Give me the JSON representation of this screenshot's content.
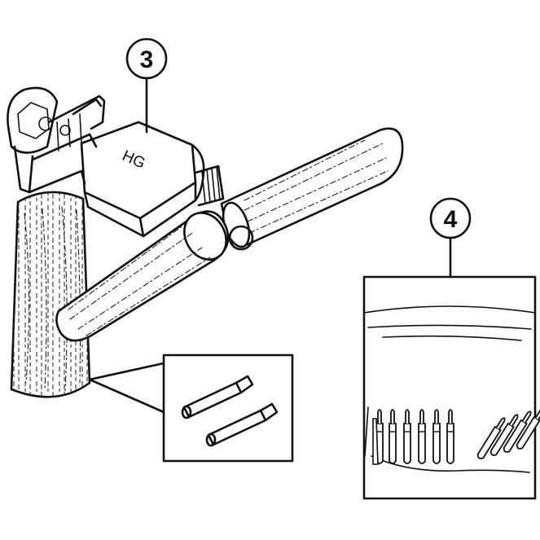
{
  "callouts": [
    {
      "label": "3"
    },
    {
      "label": "4"
    }
  ],
  "tool_marking": "HG"
}
